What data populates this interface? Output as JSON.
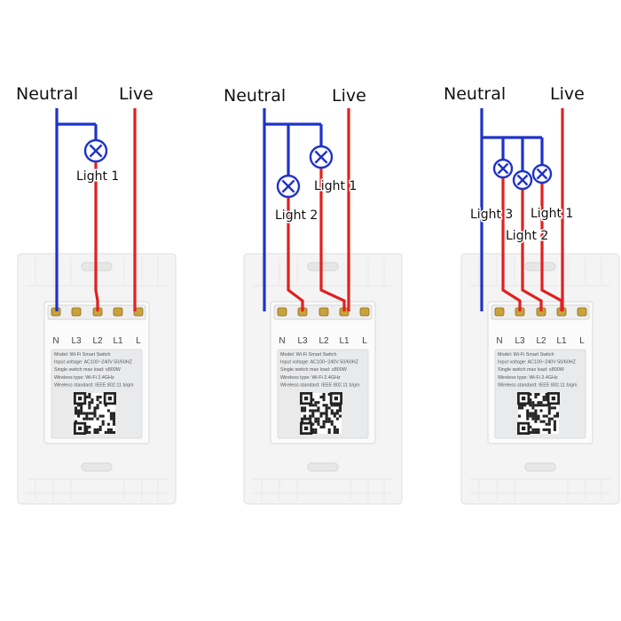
{
  "colors": {
    "neutral_wire": "#1f33c8",
    "live_wire": "#e0211f",
    "plate": "#f4f4f4",
    "plate_edge": "#dedede",
    "module": "#fbfbfb",
    "label_panel": "#e9eaec",
    "terminal": "#c9a23c"
  },
  "terminals": [
    "N",
    "L3",
    "L2",
    "L1",
    "L"
  ],
  "spec_lines": [
    "Model:  Wi-Fi Smart Switch",
    "Input voltage:  AC100~240V  50/60HZ",
    "Single switch max load:  ≤800W",
    "Wireless type:  Wi-Fi 2.4GHz",
    "Wireless standard:  IEEE 802.11 b/g/n"
  ],
  "diagrams": [
    {
      "neutral_label": "Neutral",
      "live_label": "Live",
      "lights": [
        {
          "label": "Light 1",
          "icon": "lamp-icon"
        }
      ]
    },
    {
      "neutral_label": "Neutral",
      "live_label": "Live",
      "lights": [
        {
          "label": "Light 2",
          "icon": "lamp-icon"
        },
        {
          "label": "Light 1",
          "icon": "lamp-icon"
        }
      ]
    },
    {
      "neutral_label": "Neutral",
      "live_label": "Live",
      "lights": [
        {
          "label": "Light 3",
          "icon": "lamp-icon"
        },
        {
          "label": "Light 2",
          "icon": "lamp-icon"
        },
        {
          "label": "Light 1",
          "icon": "lamp-icon"
        }
      ]
    }
  ]
}
